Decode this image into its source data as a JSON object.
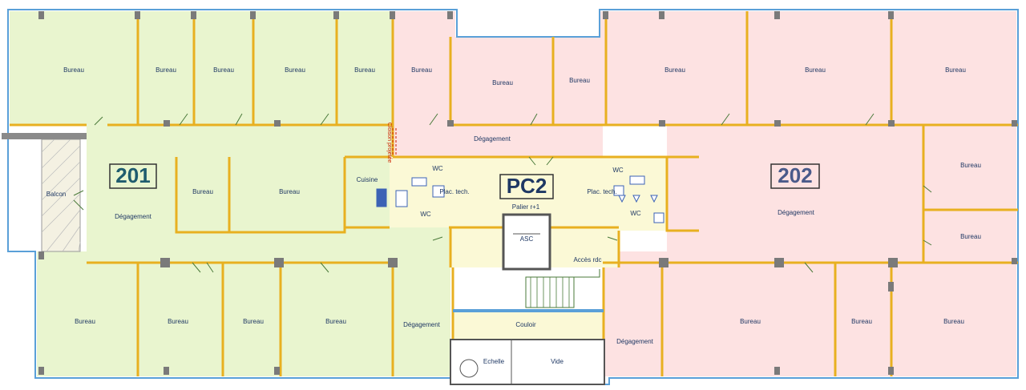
{
  "units": [
    {
      "id": "201",
      "label": "201",
      "color": "#e9f5cf",
      "label_color": "#1f5c6e"
    },
    {
      "id": "202",
      "label": "202",
      "color": "#fde2e2",
      "label_color": "#4a5a8a"
    },
    {
      "id": "pc2",
      "label": "PC2",
      "color": "#fbf9d6",
      "label_color": "#1f3864"
    }
  ],
  "colors": {
    "wall": "#e8b020",
    "outline": "#5aa0d8",
    "pillar": "#7a7a7a",
    "door": "#4a7a3a",
    "label": "#1f3864",
    "note": "#cc2200"
  },
  "labels": {
    "bureau": "Bureau",
    "degagement": "Dégagement",
    "balcon": "Balcon",
    "cuisine": "Cuisine",
    "wc": "WC",
    "plac_tech": "Plac. tech.",
    "palier": "Palier r+1",
    "asc": "ASC",
    "acces_rdc": "Accès rdc",
    "couloir": "Couloir",
    "echelle": "Echelle",
    "vide": "Vide",
    "cloison_projetee": "Cloison projetée"
  }
}
